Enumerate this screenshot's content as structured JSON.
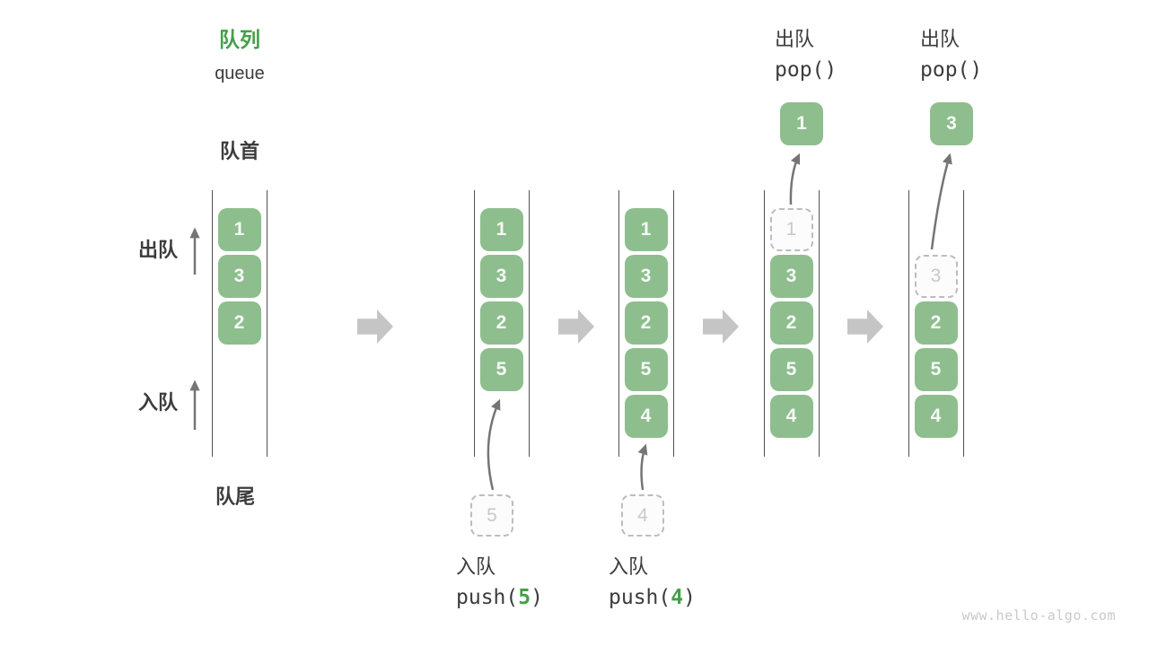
{
  "header": {
    "title_zh": "队列",
    "title_en": "queue"
  },
  "side_labels": {
    "front": "队首",
    "rear": "队尾",
    "dequeue": "出队",
    "enqueue": "入队"
  },
  "queues": {
    "q1": {
      "s1": "1",
      "s2": "3",
      "s3": "2"
    },
    "q2": {
      "s1": "1",
      "s2": "3",
      "s3": "2",
      "s4": "5",
      "staged": "5"
    },
    "q3": {
      "s1": "1",
      "s2": "3",
      "s3": "2",
      "s4": "5",
      "s5": "4",
      "staged": "4"
    },
    "q4": {
      "s1_ghost": "1",
      "s2": "3",
      "s3": "2",
      "s4": "5",
      "s5": "4",
      "popped": "1"
    },
    "q5": {
      "s2_ghost": "3",
      "s3": "2",
      "s4": "5",
      "s5": "4",
      "popped": "3"
    }
  },
  "operations": {
    "push5": {
      "name": "入队",
      "fn_open": "push(",
      "arg": "5",
      "fn_close": ")"
    },
    "push4": {
      "name": "入队",
      "fn_open": "push(",
      "arg": "4",
      "fn_close": ")"
    },
    "pop_first": {
      "name": "出队",
      "fn": "pop()"
    },
    "pop_second": {
      "name": "出队",
      "fn": "pop()"
    }
  },
  "watermark": "www.hello-algo.com",
  "colors": {
    "box_green": "#8ebe8e",
    "accent_green": "#43a047",
    "container_line": "#525252",
    "dark_text": "#3c3c3c",
    "ghost_border": "#bdbdbd",
    "ghost_text": "#c9c9c9",
    "step_arrow": "#c5c5c5",
    "thin_arrow": "#757575",
    "watermark_text": "#c9c9c9"
  }
}
